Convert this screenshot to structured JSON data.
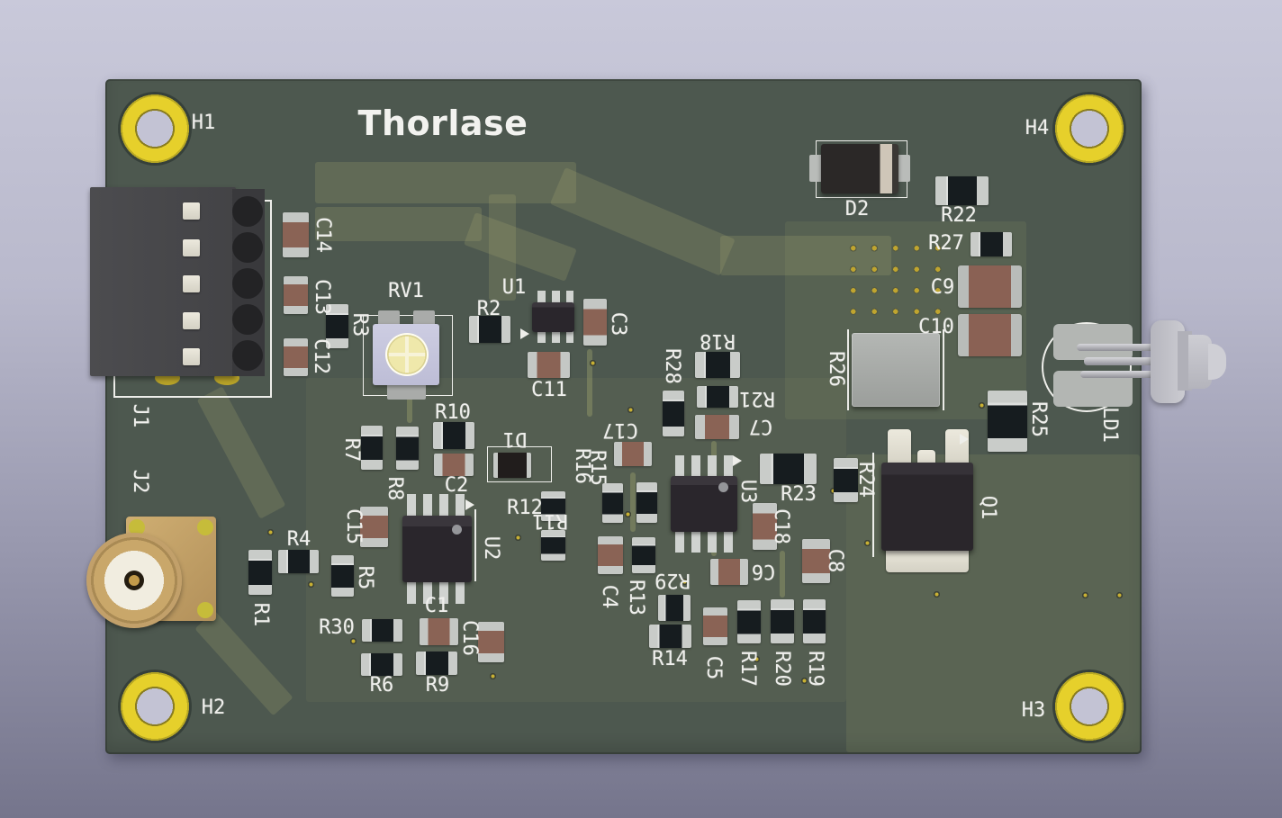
{
  "viewer": {
    "background_gradient_top": "#c9c9da",
    "background_gradient_bottom": "#75758c"
  },
  "board": {
    "logo": "Thorlase",
    "solder_mask_color": "#4d584f",
    "silkscreen_color": "#efefec",
    "plated_hole_color": "#e6d02b",
    "copper_trace_color": "#6e7458"
  },
  "labels": {
    "h1": "H1",
    "h2": "H2",
    "h3": "H3",
    "h4": "H4",
    "j1": "J1",
    "j2": "J2",
    "rv1": "RV1",
    "ld1": "LD1",
    "q1": "Q1",
    "u1": "U1",
    "u2": "U2",
    "u3": "U3",
    "d1": "D1",
    "d2": "D2",
    "r1": "R1",
    "r2": "R2",
    "r3": "R3",
    "r4": "R4",
    "r5": "R5",
    "r6": "R6",
    "r7": "R7",
    "r8": "R8",
    "r9": "R9",
    "r10": "R10",
    "r11": "R11",
    "r12": "R12",
    "r13": "R13",
    "r14": "R14",
    "r15": "R15",
    "r16": "R16",
    "r17": "R17",
    "r18": "R18",
    "r19": "R19",
    "r20": "R20",
    "r21": "R21",
    "r22": "R22",
    "r23": "R23",
    "r24": "R24",
    "r25": "R25",
    "r26": "R26",
    "r27": "R27",
    "r28": "R28",
    "r29": "R29",
    "r30": "R30",
    "c1": "C1",
    "c2": "C2",
    "c3": "C3",
    "c4": "C4",
    "c5": "C5",
    "c6": "C6",
    "c7": "C7",
    "c8": "C8",
    "c9": "C9",
    "c10": "C10",
    "c11": "C11",
    "c12": "C12",
    "c13": "C13",
    "c14": "C14",
    "c15": "C15",
    "c16": "C16",
    "c17": "C17",
    "c18": "C18"
  }
}
